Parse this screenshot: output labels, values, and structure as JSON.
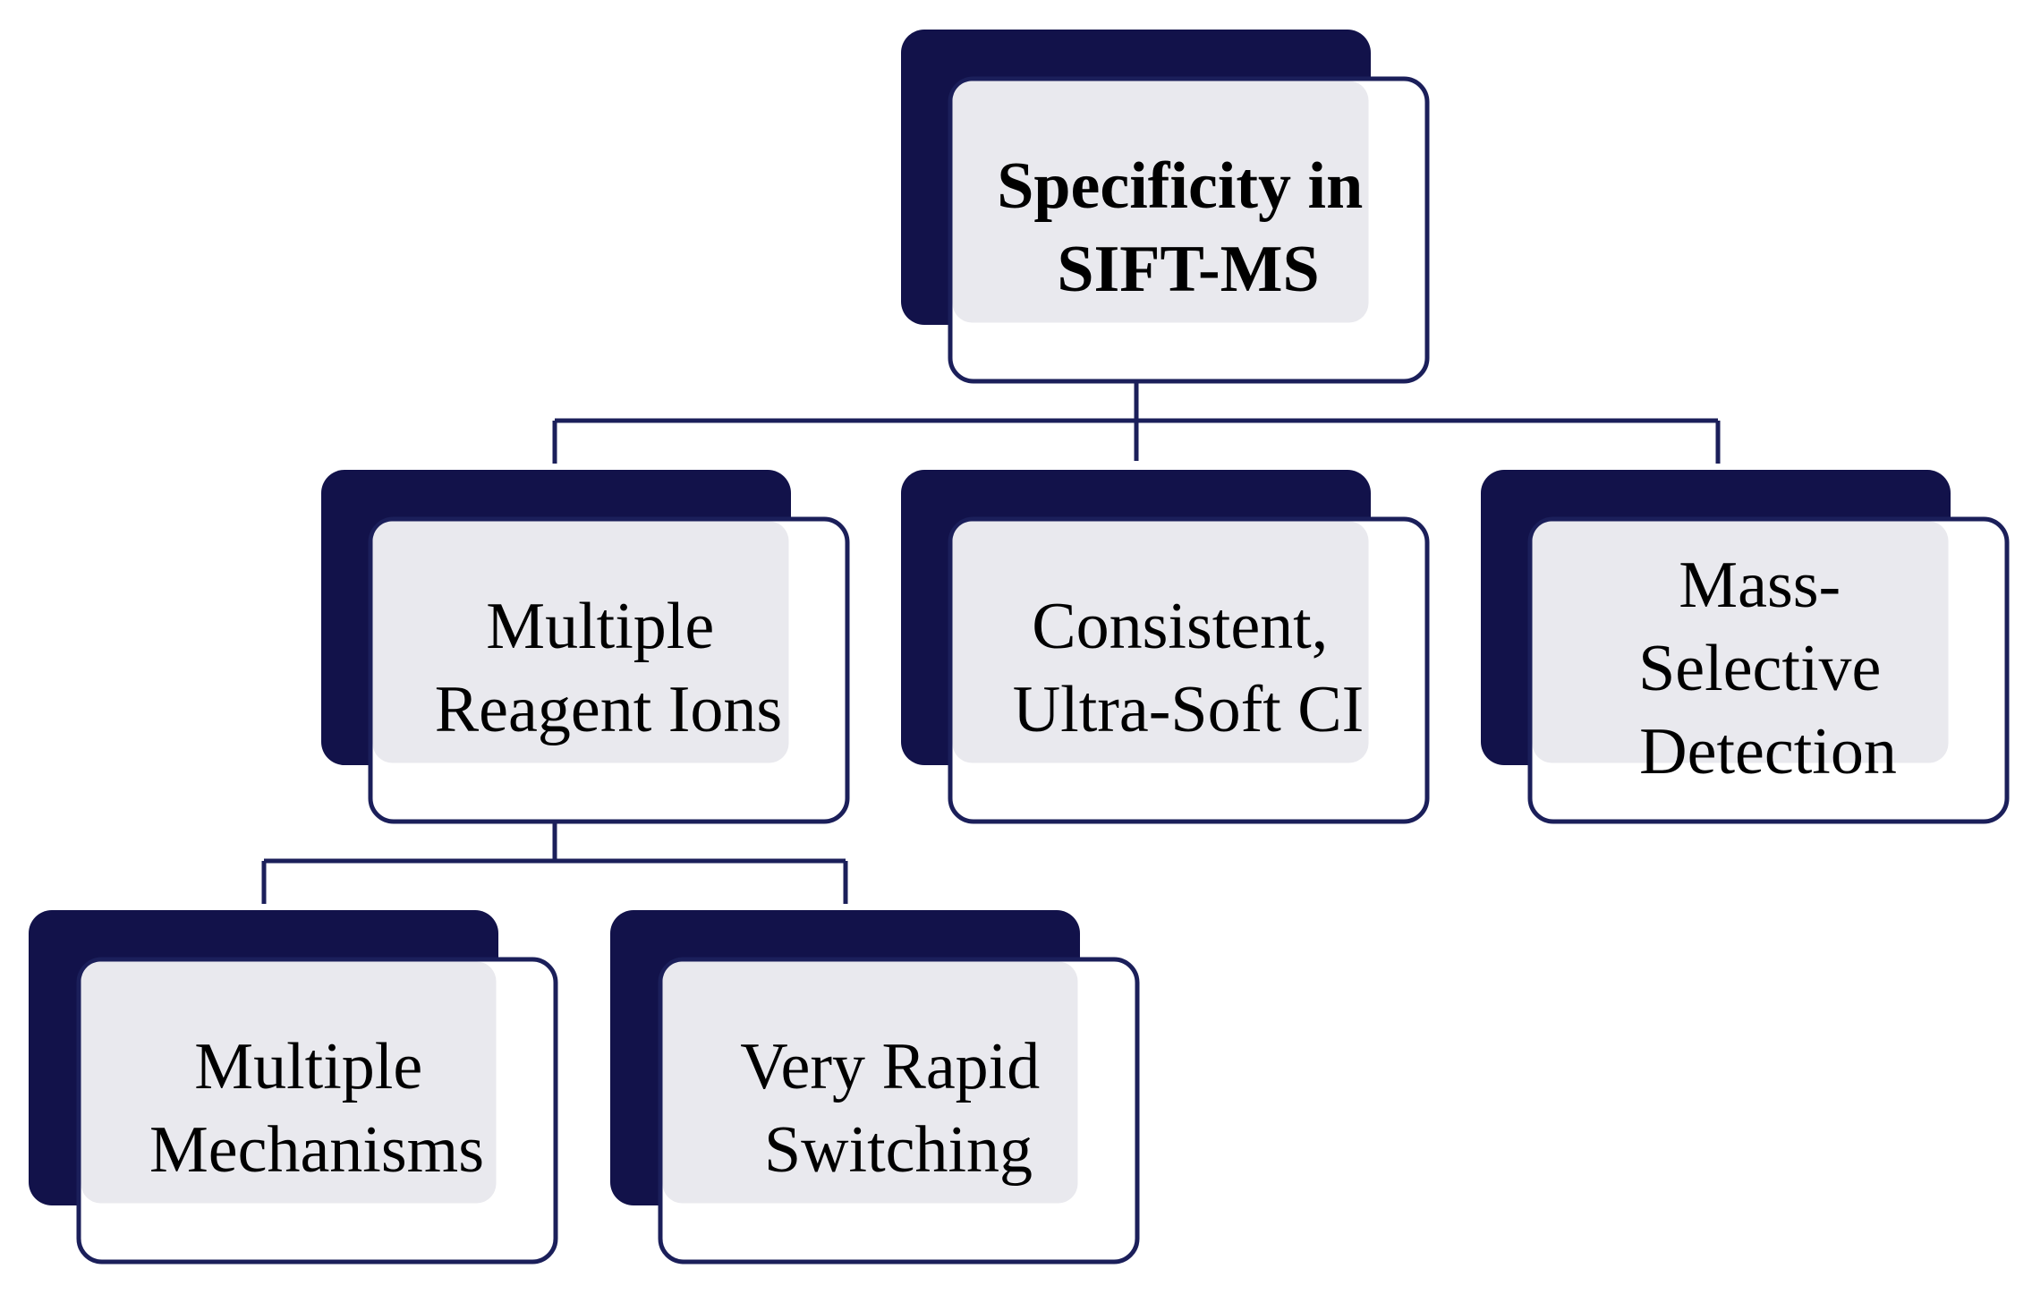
{
  "colors": {
    "dark_block": "#12124a",
    "front_fill": "#ffffff",
    "front_stroke": "#1b1f5a",
    "overlap_fill": "#e9e9ee",
    "connector": "#1b1f5a"
  },
  "nodes": {
    "root": {
      "lines": [
        "Specificity in",
        "SIFT-MS"
      ]
    },
    "reagent_ions": {
      "lines": [
        "Multiple",
        "Reagent Ions"
      ]
    },
    "ultra_soft_ci": {
      "lines": [
        "Consistent,",
        "Ultra-Soft CI"
      ]
    },
    "mass_selective": {
      "lines": [
        "Mass-",
        "Selective",
        "Detection"
      ]
    },
    "mechanisms": {
      "lines": [
        "Multiple",
        "Mechanisms"
      ]
    },
    "switching": {
      "lines": [
        "Very Rapid",
        "Switching"
      ]
    }
  }
}
